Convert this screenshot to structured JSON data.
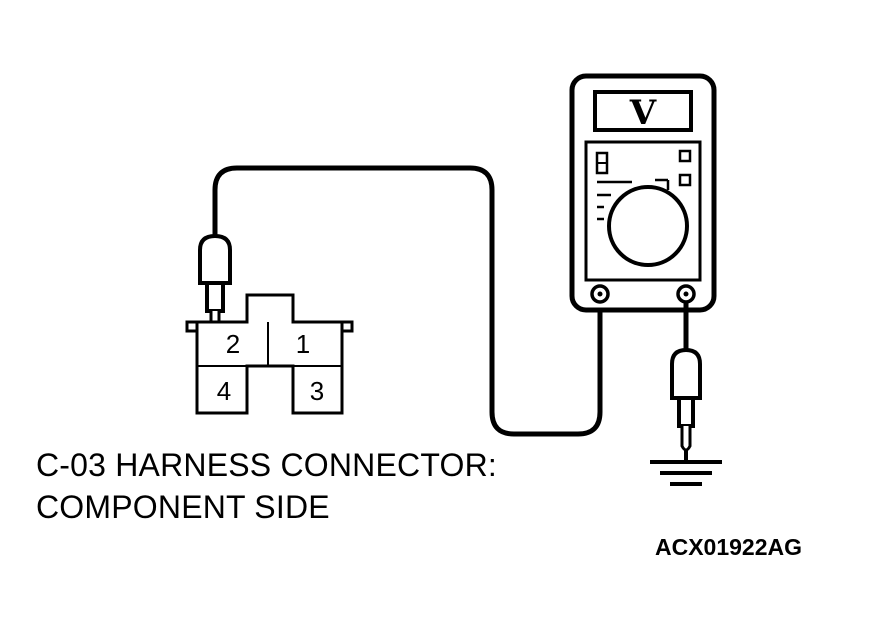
{
  "connector": {
    "pins": [
      {
        "id": "pin-2",
        "label": "2"
      },
      {
        "id": "pin-1",
        "label": "1"
      },
      {
        "id": "pin-4",
        "label": "4"
      },
      {
        "id": "pin-3",
        "label": "3"
      }
    ]
  },
  "meter": {
    "display_label": "V"
  },
  "caption": {
    "line1": "C-03 HARNESS CONNECTOR:",
    "line2": "COMPONENT SIDE"
  },
  "figure_code": "ACX01922AG"
}
